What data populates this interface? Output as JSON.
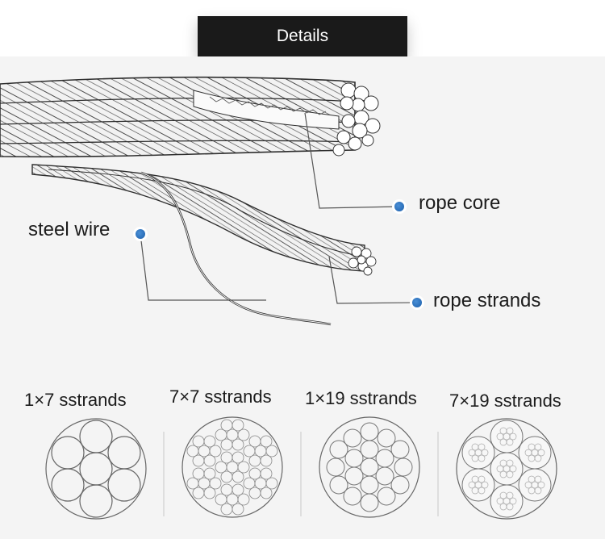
{
  "header": {
    "title": "Details"
  },
  "callouts": {
    "rope_core": "rope core",
    "steel_wire": "steel wire",
    "rope_strands": "rope strands"
  },
  "strand_types": [
    {
      "label": "1×7 sstrands"
    },
    {
      "label": "7×7 sstrands"
    },
    {
      "label": "1×19 sstrands"
    },
    {
      "label": "7×19 sstrands"
    }
  ],
  "colors": {
    "header_bg": "#1a1a1a",
    "panel_bg": "#f4f4f4",
    "dot": "#2f73c0",
    "line": "#555555"
  }
}
